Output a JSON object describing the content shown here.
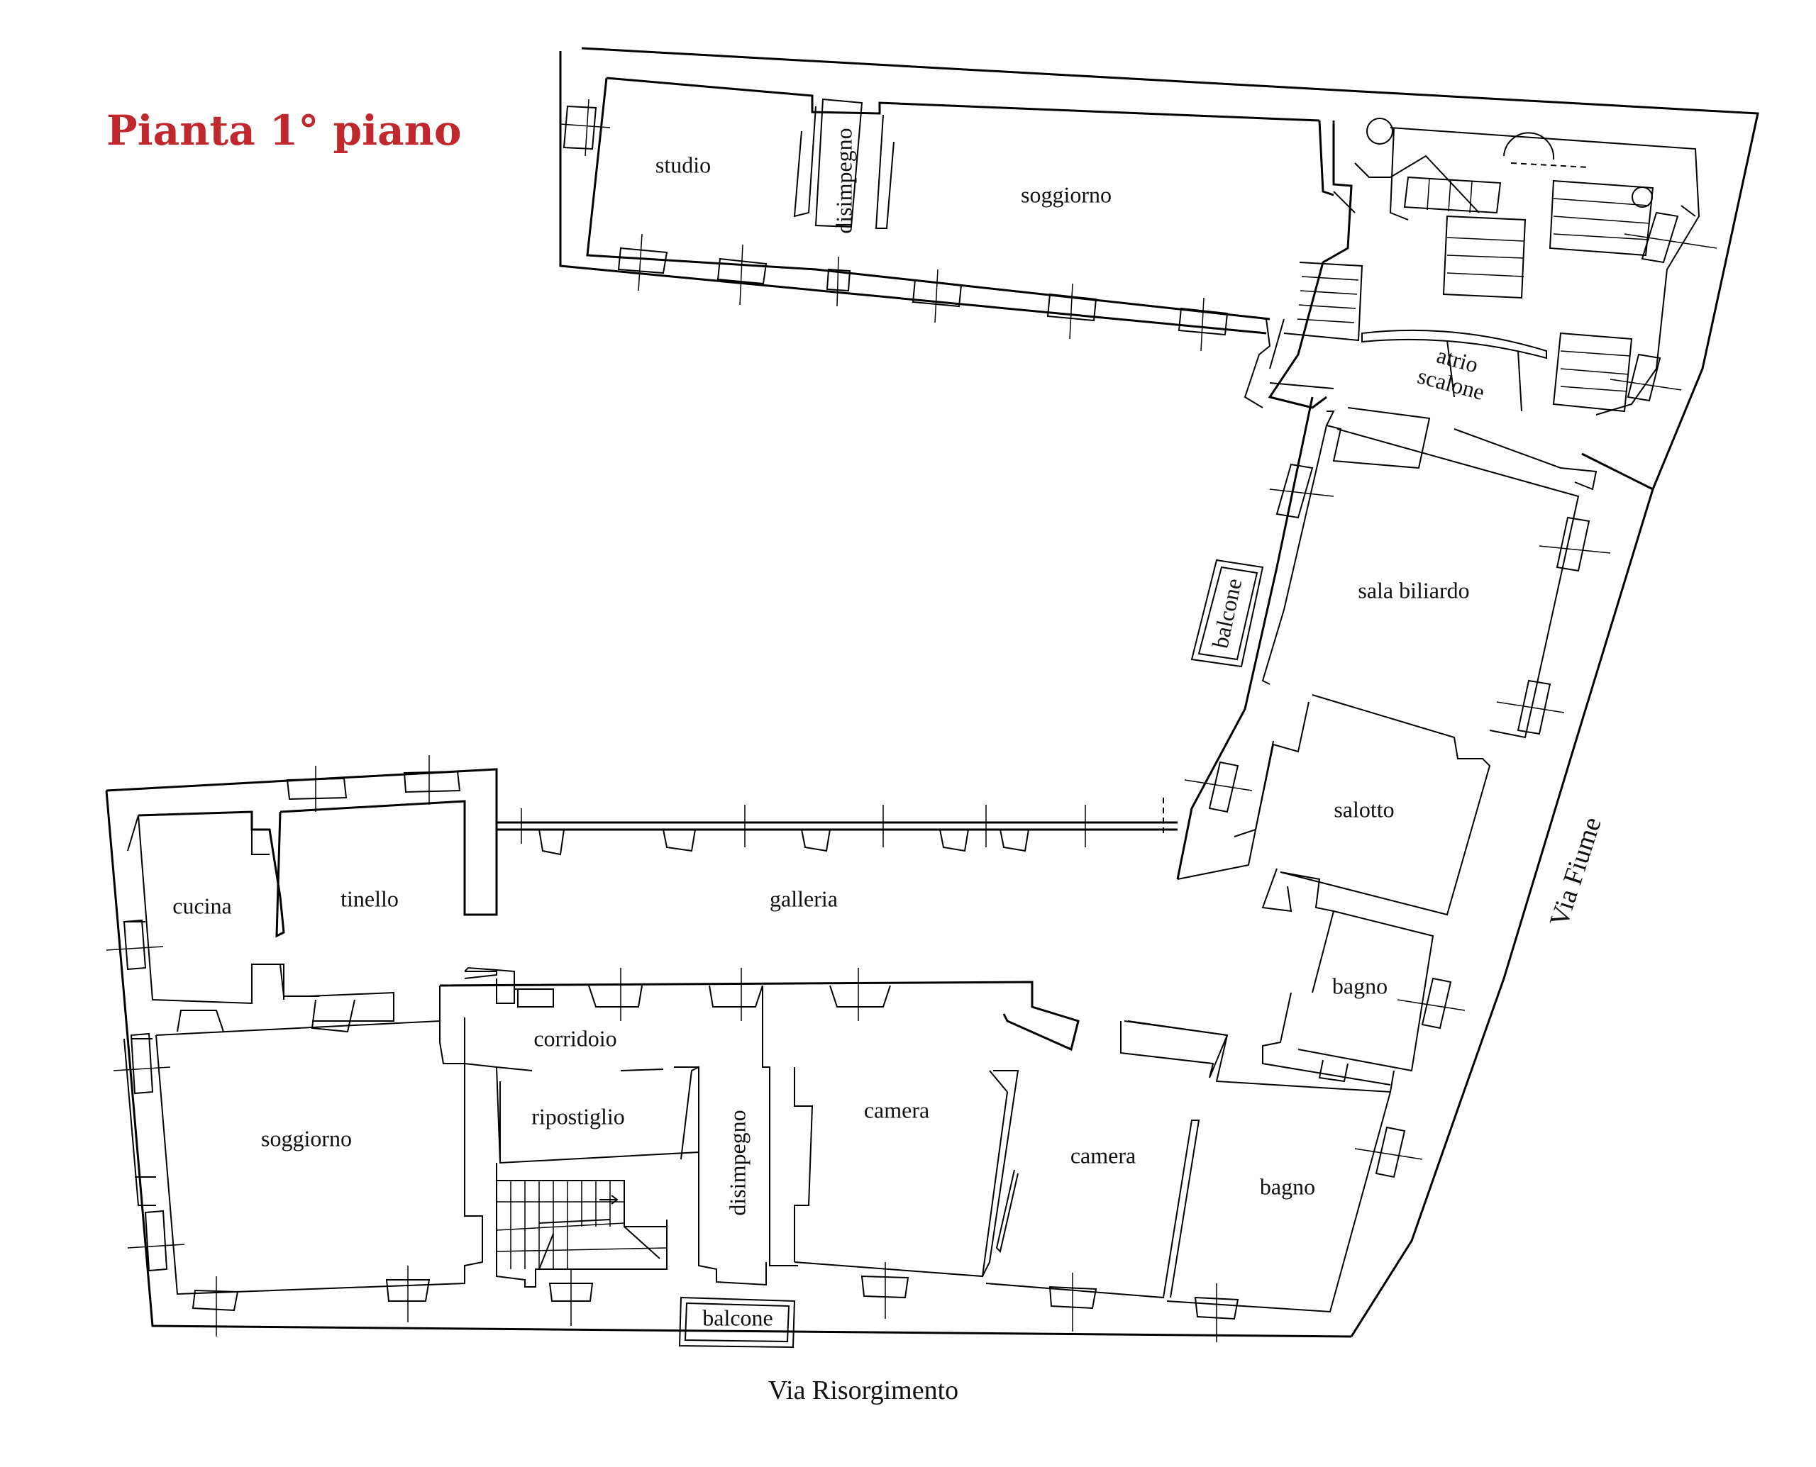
{
  "title": "Pianta 1° piano",
  "rooms": {
    "studio": "studio",
    "disimpegno_north": "disimpegno",
    "soggiorno_north": "soggiorno",
    "atrio_scalone_line1": "atrio",
    "atrio_scalone_line2": "scalone",
    "balcone_east": "balcone",
    "sala_biliardo": "sala biliardo",
    "salotto": "salotto",
    "cucina": "cucina",
    "tinello": "tinello",
    "galleria": "galleria",
    "bagno_east": "bagno",
    "corridoio": "corridoio",
    "ripostiglio": "ripostiglio",
    "disimpegno_south": "disimpegno",
    "camera_1": "camera",
    "camera_2": "camera",
    "bagno_south": "bagno",
    "soggiorno_south": "soggiorno",
    "balcone_south": "balcone"
  },
  "streets": {
    "via_fiume": "Via Fiume",
    "via_risorgimento": "Via Risorgimento"
  },
  "colors": {
    "title": "#c0282d",
    "lines": "#000000",
    "background": "#ffffff"
  }
}
